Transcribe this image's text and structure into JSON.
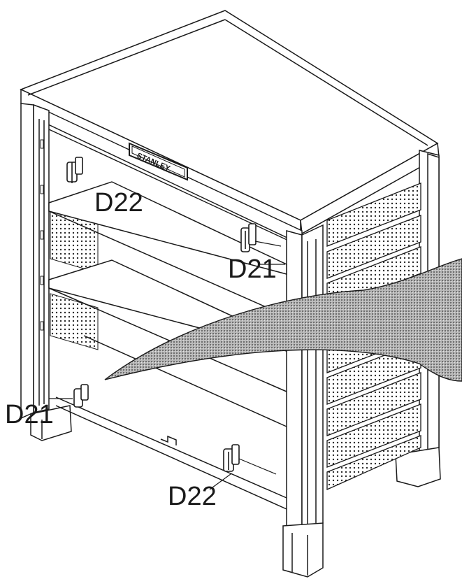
{
  "figure": {
    "brand_badge": "STANLEY",
    "callouts": {
      "d22_top": "D22",
      "d21_right": "D21",
      "d21_left": "D21",
      "d22_bottom": "D22"
    },
    "parts": [
      {
        "id": "D21",
        "description_shown": "clip bracket"
      },
      {
        "id": "D22",
        "description_shown": "clip bracket"
      }
    ]
  },
  "colors": {
    "line": "#1a1a1a",
    "paper": "#ffffff",
    "screen": "#9a9a9a"
  }
}
